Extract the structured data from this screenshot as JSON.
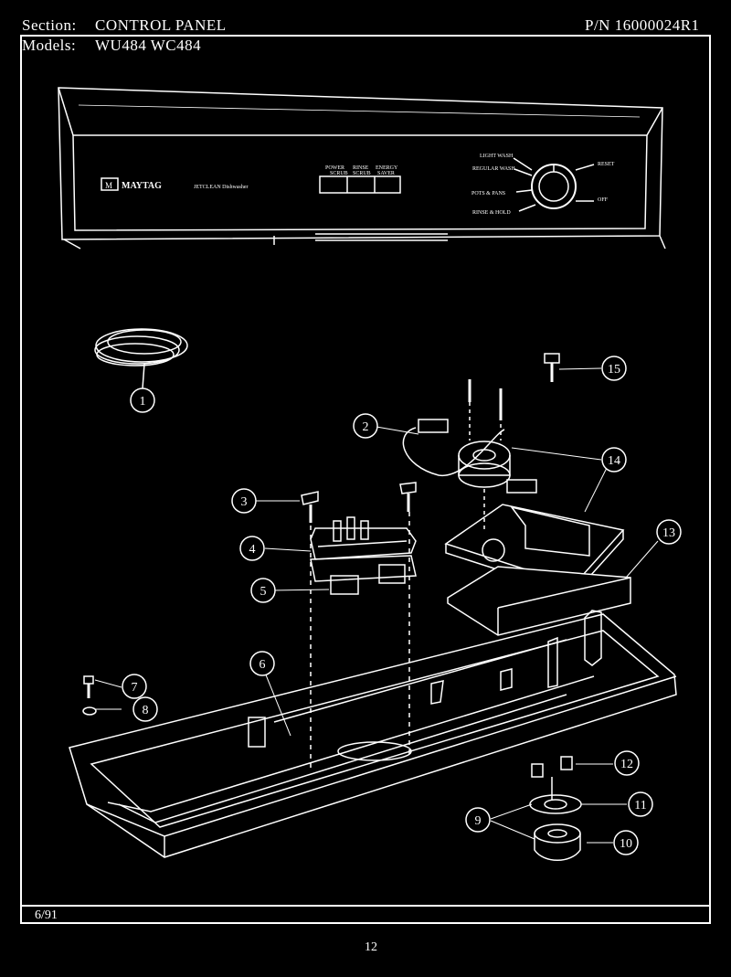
{
  "header": {
    "section_label": "Section:",
    "section_value": "CONTROL PANEL",
    "models_label": "Models:",
    "models_value": "WU484 WC484",
    "part_number": "P/N 16000024R1"
  },
  "panel": {
    "brand": "MAYTAG",
    "brand_icon": "M",
    "series": "JETCLEAN Dishwasher",
    "button_labels": [
      "POWER\nSCRUB",
      "RINSE\nSCRUB",
      "ENERGY\nSAVER"
    ],
    "cycle_labels": [
      "LIGHT WASH",
      "REGULAR WASH",
      "POTS & PANS",
      "RINSE & HOLD"
    ],
    "knob_labels": [
      "RESET",
      "OFF"
    ]
  },
  "callouts": [
    "1",
    "2",
    "3",
    "4",
    "5",
    "6",
    "7",
    "8",
    "9",
    "10",
    "11",
    "12",
    "13",
    "14",
    "15"
  ],
  "footer": {
    "date": "6/91",
    "page_number": "12"
  }
}
